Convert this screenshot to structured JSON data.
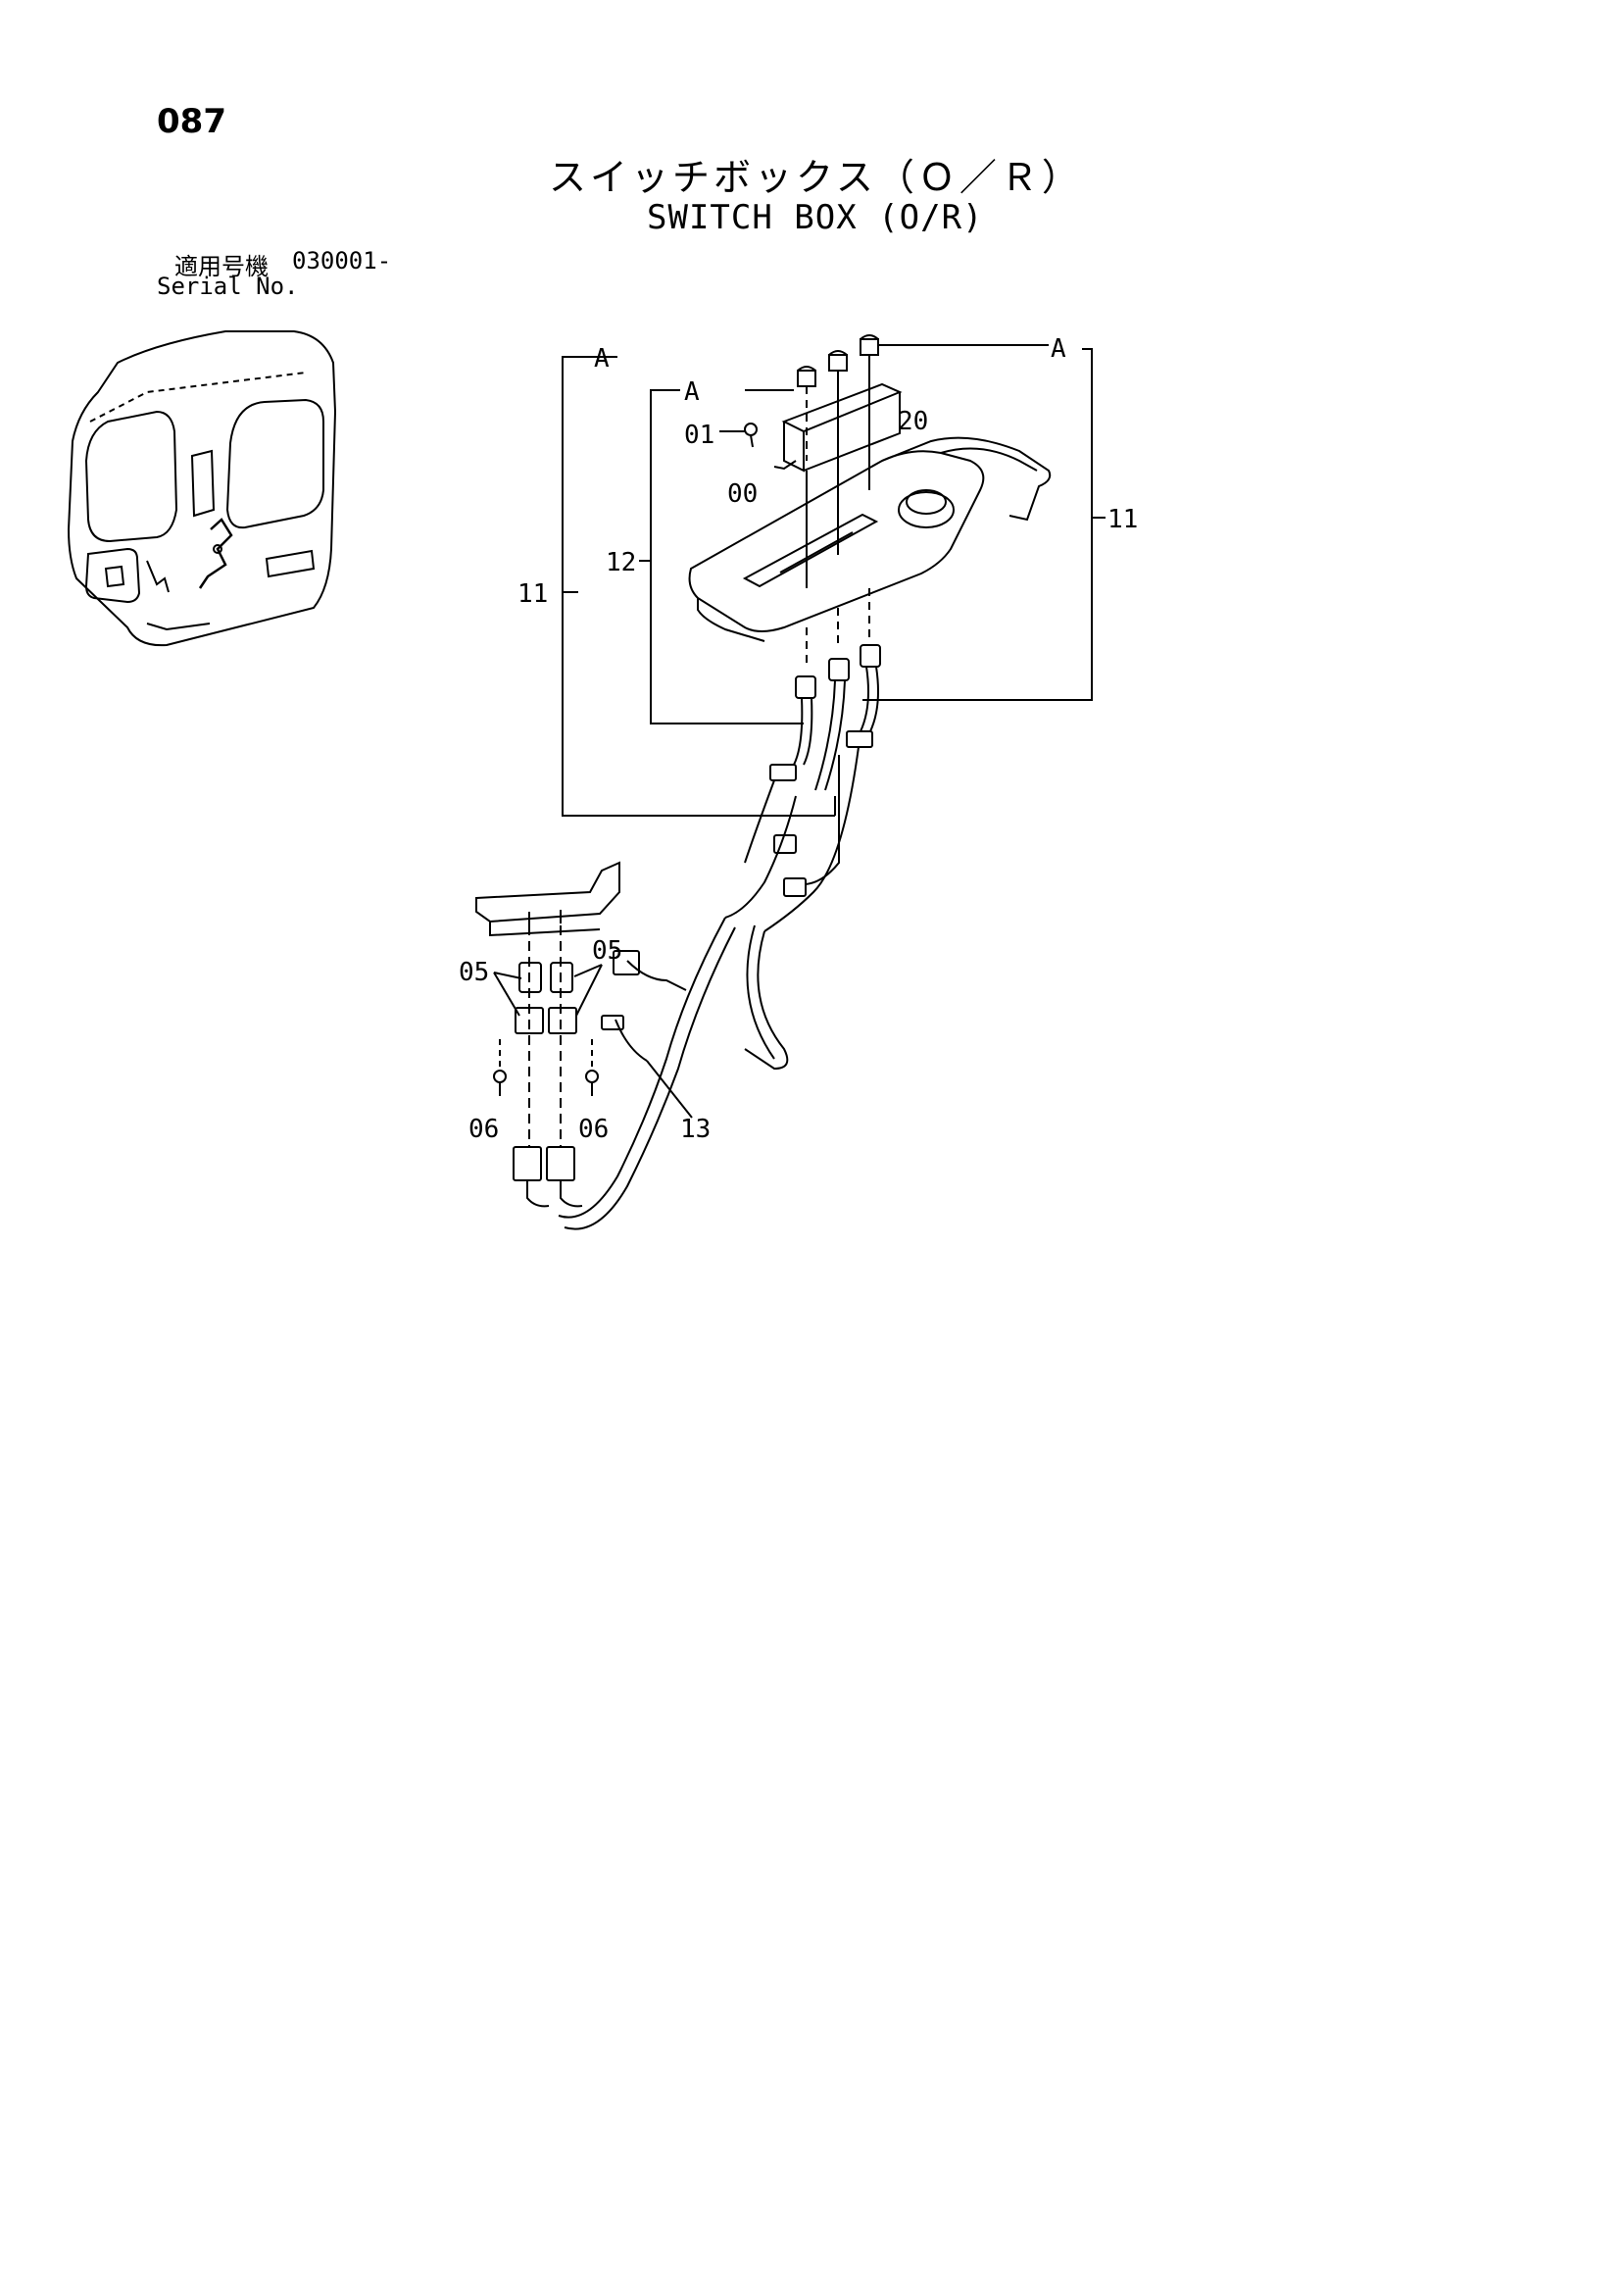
{
  "header": {
    "page_number": "087",
    "title_jp": "スイッチボックス（Ｏ／Ｒ）",
    "title_en": "SWITCH BOX (O/R)",
    "serial_label_jp": "適用号機",
    "serial_number": "030001-",
    "serial_label_en": "Serial No."
  },
  "callouts": {
    "a_outer_left": "A",
    "a_outer_right": "A",
    "a_inner": "A",
    "part_00": "00",
    "part_01": "01",
    "part_20": "20",
    "part_11_right": "11",
    "part_11_left": "11",
    "part_12": "12",
    "part_05_left": "05",
    "part_05_right": "05",
    "part_06_left": "06",
    "part_06_right": "06",
    "part_13": "13"
  }
}
